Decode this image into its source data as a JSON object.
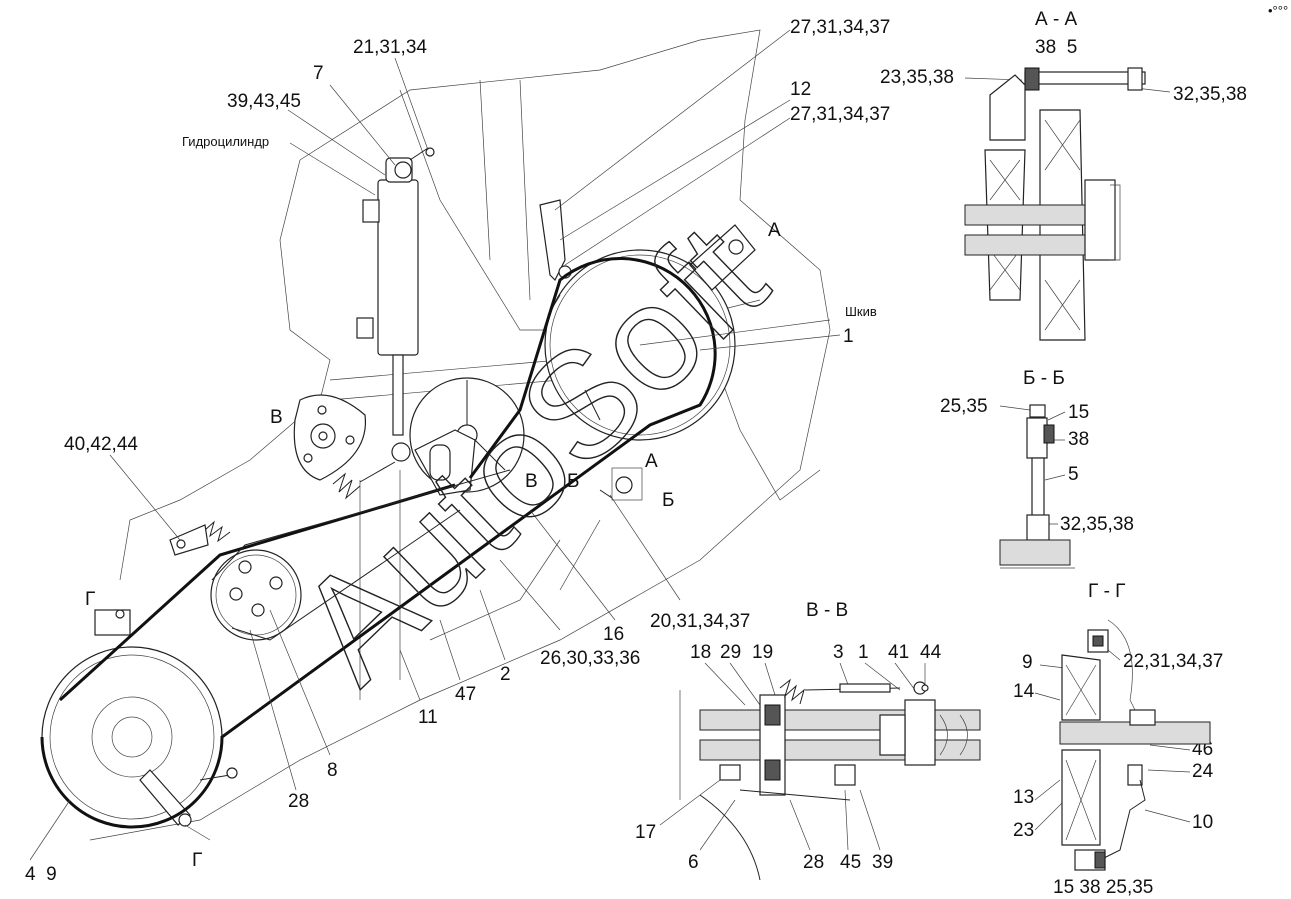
{
  "labels": {
    "l_21_31_34": "21,31,34",
    "l_7": "7",
    "l_39_43_45": "39,43,45",
    "l_hydrocyl": "Гидроцилиндр",
    "l_27_31_34_37_a": "27,31,34,37",
    "l_12": "12",
    "l_27_31_34_37_b": "27,31,34,37",
    "l_A_top": "А",
    "l_shkiv": "Шкив",
    "l_1_main": "1",
    "l_V_left": "В",
    "l_40_42_44": "40,42,44",
    "l_V_mid": "В",
    "l_B_mid": "Б",
    "l_A_mid": "А",
    "l_B_right": "Б",
    "l_G_left": "Г",
    "l_20_31_34_37": "20,31,34,37",
    "l_16": "16",
    "l_26_30_33_36": "26,30,33,36",
    "l_2": "2",
    "l_47": "47",
    "l_11": "11",
    "l_8": "8",
    "l_28_main": "28",
    "l_4_9": "4  9",
    "l_G_bottom": "Г"
  },
  "section_AA": {
    "title": "А - А",
    "l_38_5": "38  5",
    "l_23_35_38": "23,35,38",
    "l_32_35_38": "32,35,38"
  },
  "section_BB": {
    "title": "Б - Б",
    "l_25_35": "25,35",
    "l_15": "15",
    "l_38": "38",
    "l_5": "5",
    "l_32_35_38": "32,35,38"
  },
  "section_VV": {
    "title": "В - В",
    "l_18": "18",
    "l_29": "29",
    "l_19": "19",
    "l_3": "3",
    "l_1": "1",
    "l_41": "41",
    "l_44": "44",
    "l_17": "17",
    "l_6": "6",
    "l_28": "28",
    "l_45": "45",
    "l_39": "39"
  },
  "section_GG": {
    "title": "Г - Г",
    "l_9": "9",
    "l_22_31_34_37": "22,31,34,37",
    "l_14": "14",
    "l_46": "46",
    "l_24": "24",
    "l_13": "13",
    "l_23": "23",
    "l_10": "10",
    "l_15_38_25_35": "15 38 25,35"
  },
  "watermark": "AutoSoft"
}
